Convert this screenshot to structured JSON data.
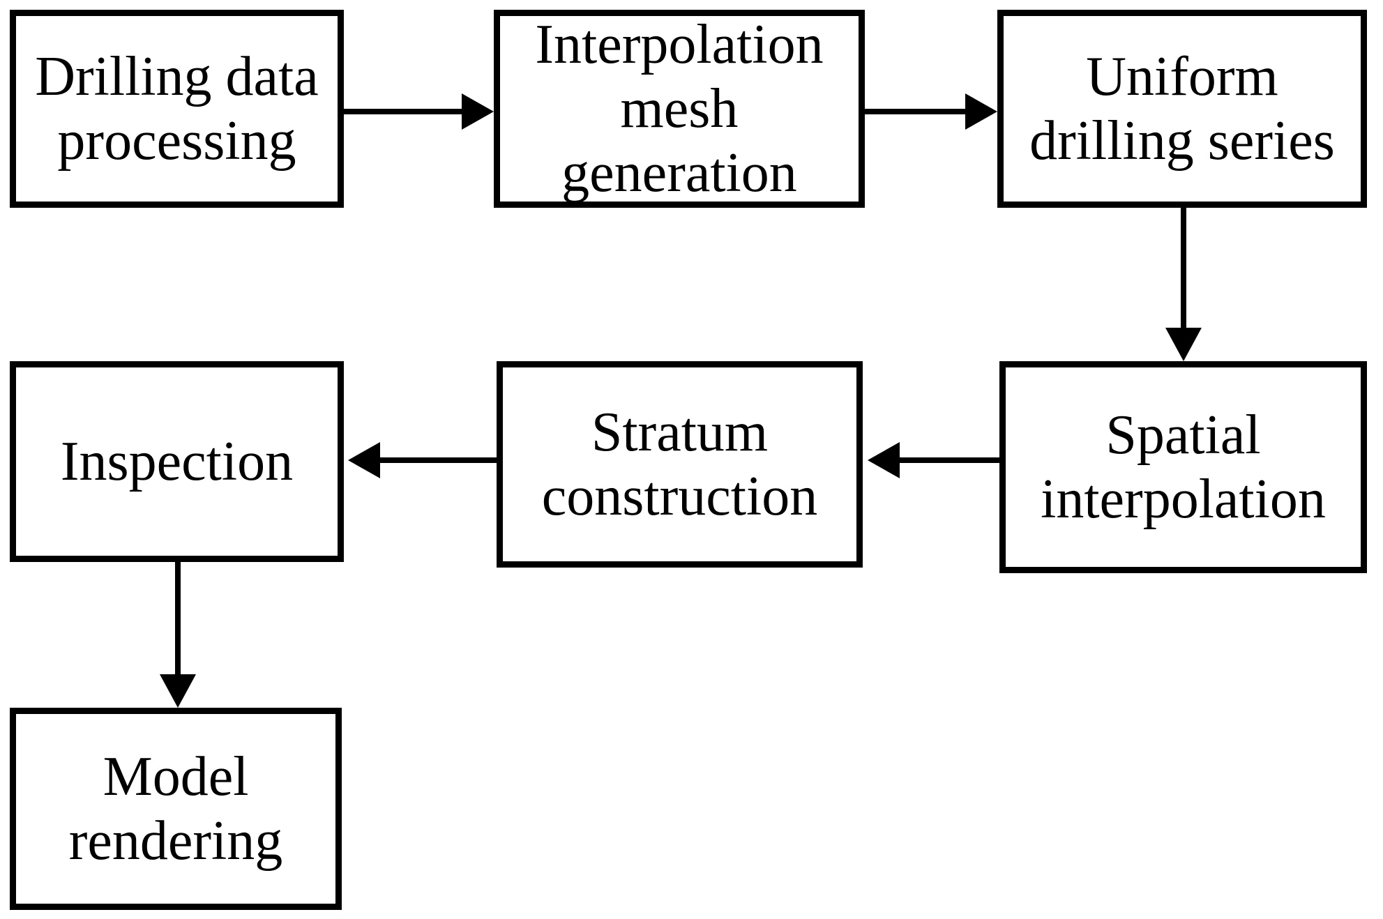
{
  "figure": {
    "type": "flowchart",
    "background_color": "#ffffff",
    "box_fill_color": "#ffffff",
    "box_border_color": "#000000",
    "arrow_color": "#000000",
    "text_color": "#000000",
    "nodes": [
      {
        "id": "drilling-data-processing",
        "label": "Drilling data\nprocessing"
      },
      {
        "id": "interpolation-mesh-generation",
        "label": "Interpolation\nmesh\ngeneration"
      },
      {
        "id": "uniform-drilling-series",
        "label": "Uniform\ndrilling series"
      },
      {
        "id": "spatial-interpolation",
        "label": "Spatial\ninterpolation"
      },
      {
        "id": "stratum-construction",
        "label": "Stratum\nconstruction"
      },
      {
        "id": "inspection",
        "label": "Inspection"
      },
      {
        "id": "model-rendering",
        "label": "Model\nrendering"
      }
    ],
    "edges": [
      {
        "from": "drilling-data-processing",
        "to": "interpolation-mesh-generation",
        "direction": "right"
      },
      {
        "from": "interpolation-mesh-generation",
        "to": "uniform-drilling-series",
        "direction": "right"
      },
      {
        "from": "uniform-drilling-series",
        "to": "spatial-interpolation",
        "direction": "down"
      },
      {
        "from": "spatial-interpolation",
        "to": "stratum-construction",
        "direction": "left"
      },
      {
        "from": "stratum-construction",
        "to": "inspection",
        "direction": "left"
      },
      {
        "from": "inspection",
        "to": "model-rendering",
        "direction": "down"
      }
    ]
  }
}
